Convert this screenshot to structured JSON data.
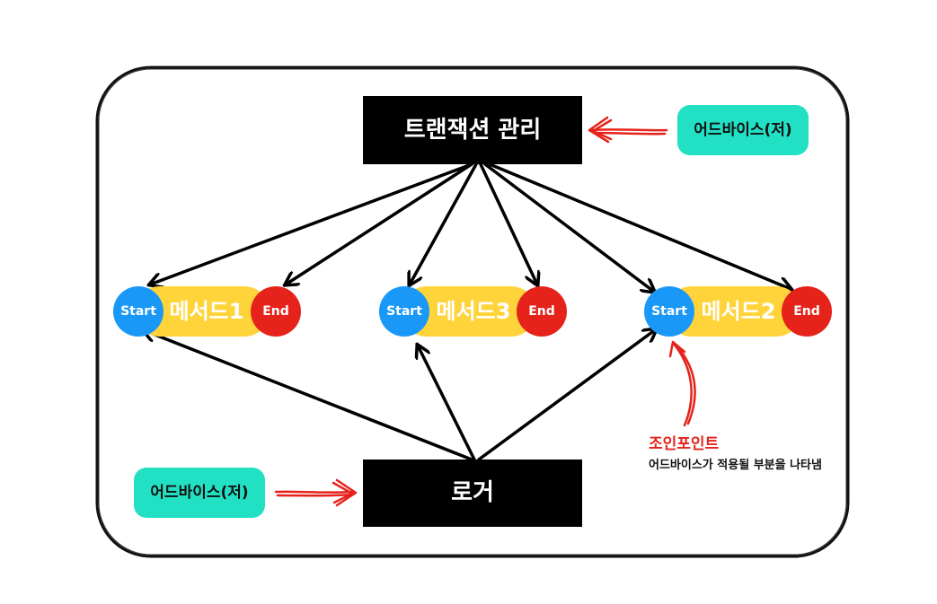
{
  "diagram": {
    "transaction_box": {
      "label": "트랜잭션 관리"
    },
    "logger_box": {
      "label": "로거"
    },
    "advice_top": {
      "label": "어드바이스(저)"
    },
    "advice_bottom": {
      "label": "어드바이스(저)"
    },
    "methods": [
      {
        "label": "메서드1",
        "start": "Start",
        "end": "End"
      },
      {
        "label": "메서드3",
        "start": "Start",
        "end": "End"
      },
      {
        "label": "메서드2",
        "start": "Start",
        "end": "End"
      }
    ],
    "join_point": {
      "title": "조인포인트",
      "description": "어드바이스가 적용될 부분을 나타냄"
    }
  },
  "colors": {
    "box": "#000000",
    "advice": "#22e0c4",
    "pill": "#ffd43b",
    "start": "#1a98f7",
    "end": "#e5231b",
    "annotation": "#e5231b"
  }
}
